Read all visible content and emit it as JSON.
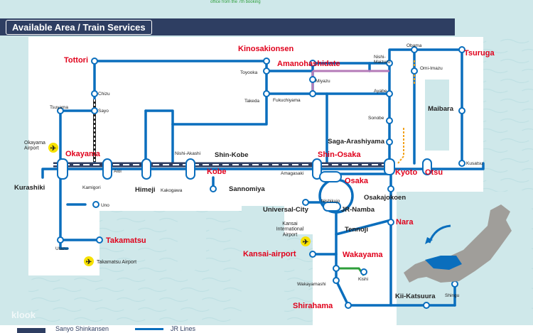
{
  "top_note": "office from the 7th booking",
  "header": {
    "title": "Available Area / Train Services"
  },
  "watermark": "klook",
  "colors": {
    "sea": "#cfe8ea",
    "land": "#ffffff",
    "header": "#2e3e62",
    "jr_line": "#0a6ebd",
    "shinkansen": "#2e3e62",
    "major_station_text": "#e0001b",
    "station_text": "#222222",
    "kyoto_tango_line": "#b57bb8",
    "wakayama_line": "#2e9e3a",
    "kosei_line": "#f2a21b",
    "japan_highlight": "#0a6ebd"
  },
  "legend": {
    "shinkansen_label": "Sanyo Shinkansen",
    "jr_label": "JR Lines"
  },
  "major_stations": [
    {
      "id": "tottori",
      "name": "Tottori"
    },
    {
      "id": "kinosakionsen",
      "name": "Kinosakionsen"
    },
    {
      "id": "amanohashidate",
      "name": "Amanohashidate"
    },
    {
      "id": "tsuruga",
      "name": "Tsuruga"
    },
    {
      "id": "okayama",
      "name": "Okayama"
    },
    {
      "id": "shin-osaka",
      "name": "Shin-Osaka"
    },
    {
      "id": "kobe",
      "name": "Kobe"
    },
    {
      "id": "osaka",
      "name": "Osaka"
    },
    {
      "id": "kyoto",
      "name": "Kyoto"
    },
    {
      "id": "otsu",
      "name": "Otsu"
    },
    {
      "id": "nara",
      "name": "Nara"
    },
    {
      "id": "takamatsu",
      "name": "Takamatsu"
    },
    {
      "id": "kansai-airport",
      "name": "Kansai-airport"
    },
    {
      "id": "wakayama",
      "name": "Wakayama"
    },
    {
      "id": "shirahama",
      "name": "Shirahama"
    }
  ],
  "bold_stations": [
    {
      "id": "maibara",
      "name": "Maibara"
    },
    {
      "id": "saga-arashiyama",
      "name": "Saga-Arashiyama"
    },
    {
      "id": "shin-kobe",
      "name": "Shin-Kobe"
    },
    {
      "id": "kurashiki",
      "name": "Kurashiki"
    },
    {
      "id": "himeji",
      "name": "Himeji"
    },
    {
      "id": "sannomiya",
      "name": "Sannomiya"
    },
    {
      "id": "universal-city",
      "name": "Universal-City"
    },
    {
      "id": "jr-namba",
      "name": "JR-Namba"
    },
    {
      "id": "osakajokoen",
      "name": "Osakajokoen"
    },
    {
      "id": "tennoji",
      "name": "Tennoji"
    },
    {
      "id": "kii-katsuura",
      "name": "Kii-Katsuura"
    }
  ],
  "minor_stations": [
    {
      "id": "chizu",
      "name": "Chizu"
    },
    {
      "id": "sayo",
      "name": "Sayo"
    },
    {
      "id": "tsuyama",
      "name": "Tsuyama"
    },
    {
      "id": "toyooka",
      "name": "Toyooka"
    },
    {
      "id": "takeda",
      "name": "Takeda"
    },
    {
      "id": "fukuchiyama",
      "name": "Fukuchiyama"
    },
    {
      "id": "miyazu",
      "name": "Miyazu"
    },
    {
      "id": "nishi-maizuru",
      "name": "Nishi-\nMaizuru"
    },
    {
      "id": "ayabe",
      "name": "Ayabe"
    },
    {
      "id": "sonobe",
      "name": "Sonobe"
    },
    {
      "id": "obama",
      "name": "Obama"
    },
    {
      "id": "omi-imazu",
      "name": "Omi-Imazu"
    },
    {
      "id": "kusatsu",
      "name": "Kusatsu"
    },
    {
      "id": "nishi-akashi",
      "name": "Nishi-Akashi"
    },
    {
      "id": "kakogawa",
      "name": "Kakogawa"
    },
    {
      "id": "aioi",
      "name": "Aioi"
    },
    {
      "id": "kamigori",
      "name": "Kamigori"
    },
    {
      "id": "uno",
      "name": "Uno"
    },
    {
      "id": "utazu",
      "name": "Utazu"
    },
    {
      "id": "amagasaki",
      "name": "Amagasaki"
    },
    {
      "id": "nishikujo",
      "name": "Nishikujo"
    },
    {
      "id": "wakayamashi",
      "name": "Wakayamashi"
    },
    {
      "id": "kishi",
      "name": "Kishi"
    },
    {
      "id": "shingu",
      "name": "Shingu"
    }
  ],
  "airports": [
    {
      "id": "okayama-airport",
      "name": "Okayama\nAirport"
    },
    {
      "id": "takamatsu-airport",
      "name": "Takamatsu Airport"
    },
    {
      "id": "kansai-international-airport",
      "name": "Kansai\nInternational\nAirport"
    }
  ]
}
